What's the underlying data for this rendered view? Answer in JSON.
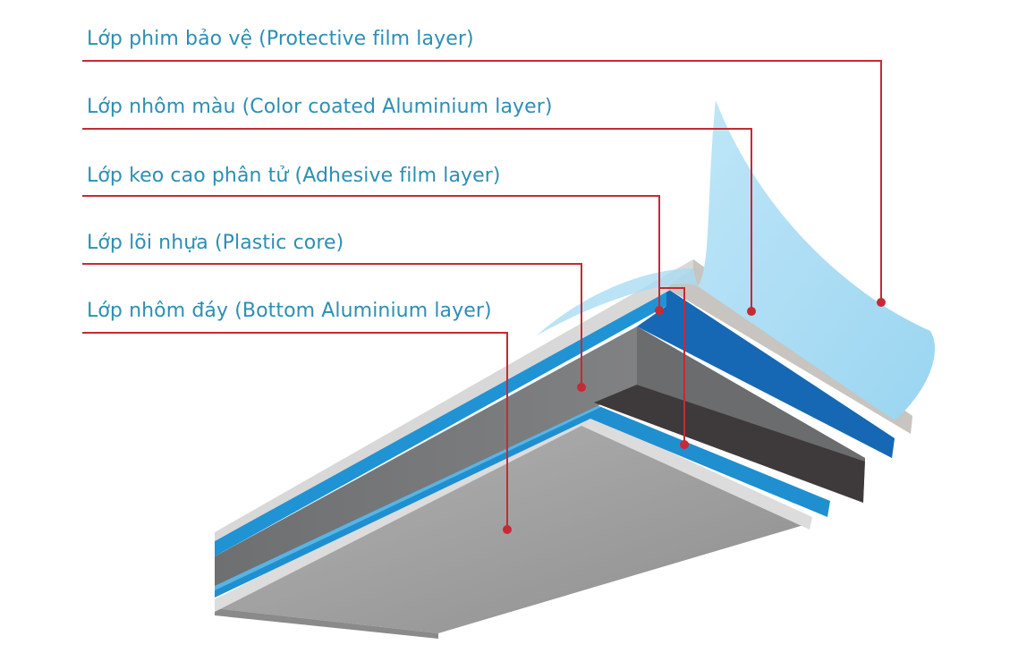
{
  "colors": {
    "label_text": "#2c8fb3",
    "leader_line": "#c52a35",
    "protective_film": "#a9dcf4",
    "protective_film_edge": "#8fcdee",
    "top_silver": "#dcdcdc",
    "top_silver_front": "#c9c6c2",
    "color_coat_blue": "#1f93d4",
    "color_coat_blue_dark": "#1668b4",
    "plastic_core_top": "#7a7b7d",
    "plastic_core_front": "#5f6062",
    "plastic_core_dark": "#3d3839",
    "bottom_blue": "#1f8fd0",
    "bottom_silver": "#d7d7d7",
    "bottom_gray": "#959595",
    "bottom_gray_light": "#b0b0b0"
  },
  "layers": [
    {
      "label": "Lớp phim bảo vệ (Protective film layer)"
    },
    {
      "label": "Lớp nhôm màu (Color coated Aluminium layer)"
    },
    {
      "label": "Lớp keo cao phân tử (Adhesive film layer)"
    },
    {
      "label": "Lớp lõi nhựa (Plastic core)"
    },
    {
      "label": "Lớp nhôm đáy (Bottom Aluminium layer)"
    }
  ]
}
